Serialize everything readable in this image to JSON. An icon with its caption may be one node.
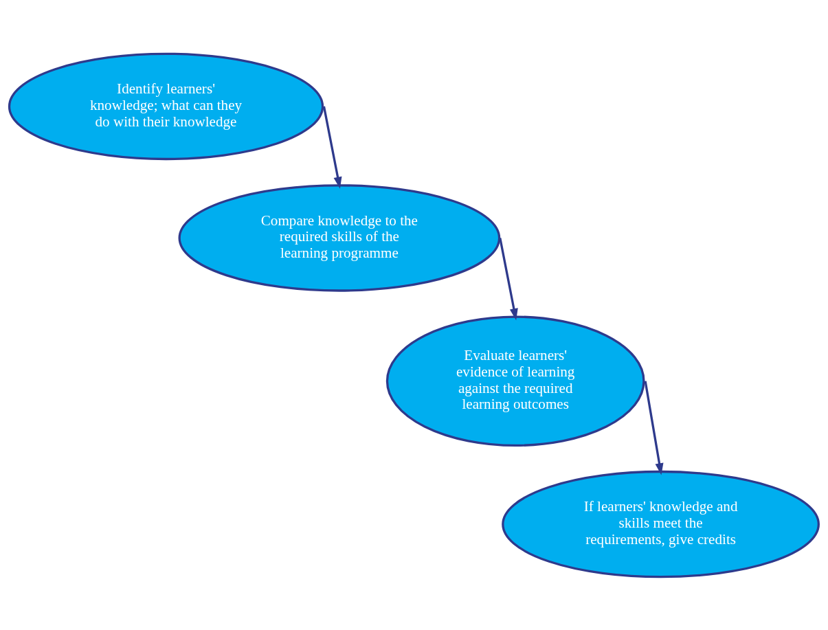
{
  "diagram": {
    "nodes": [
      {
        "text": [
          "Identify learners' knowledge; what can they do with their knowledge"
        ]
      },
      {
        "text": [
          "Compare knowledge to the required skills of the learning programme"
        ]
      },
      {
        "text": [
          "Evaluate learners' evidence of learning against the required learning outcomes"
        ]
      },
      {
        "text": [
          "If learners' knowledge and skills meet the requirements, give credits"
        ]
      }
    ],
    "edges": [
      {
        "from": 0,
        "to": 1,
        "arrow": "to"
      },
      {
        "from": 1,
        "to": 2,
        "arrow": "to"
      },
      {
        "from": 2,
        "to": 3,
        "arrow": "to"
      }
    ]
  }
}
